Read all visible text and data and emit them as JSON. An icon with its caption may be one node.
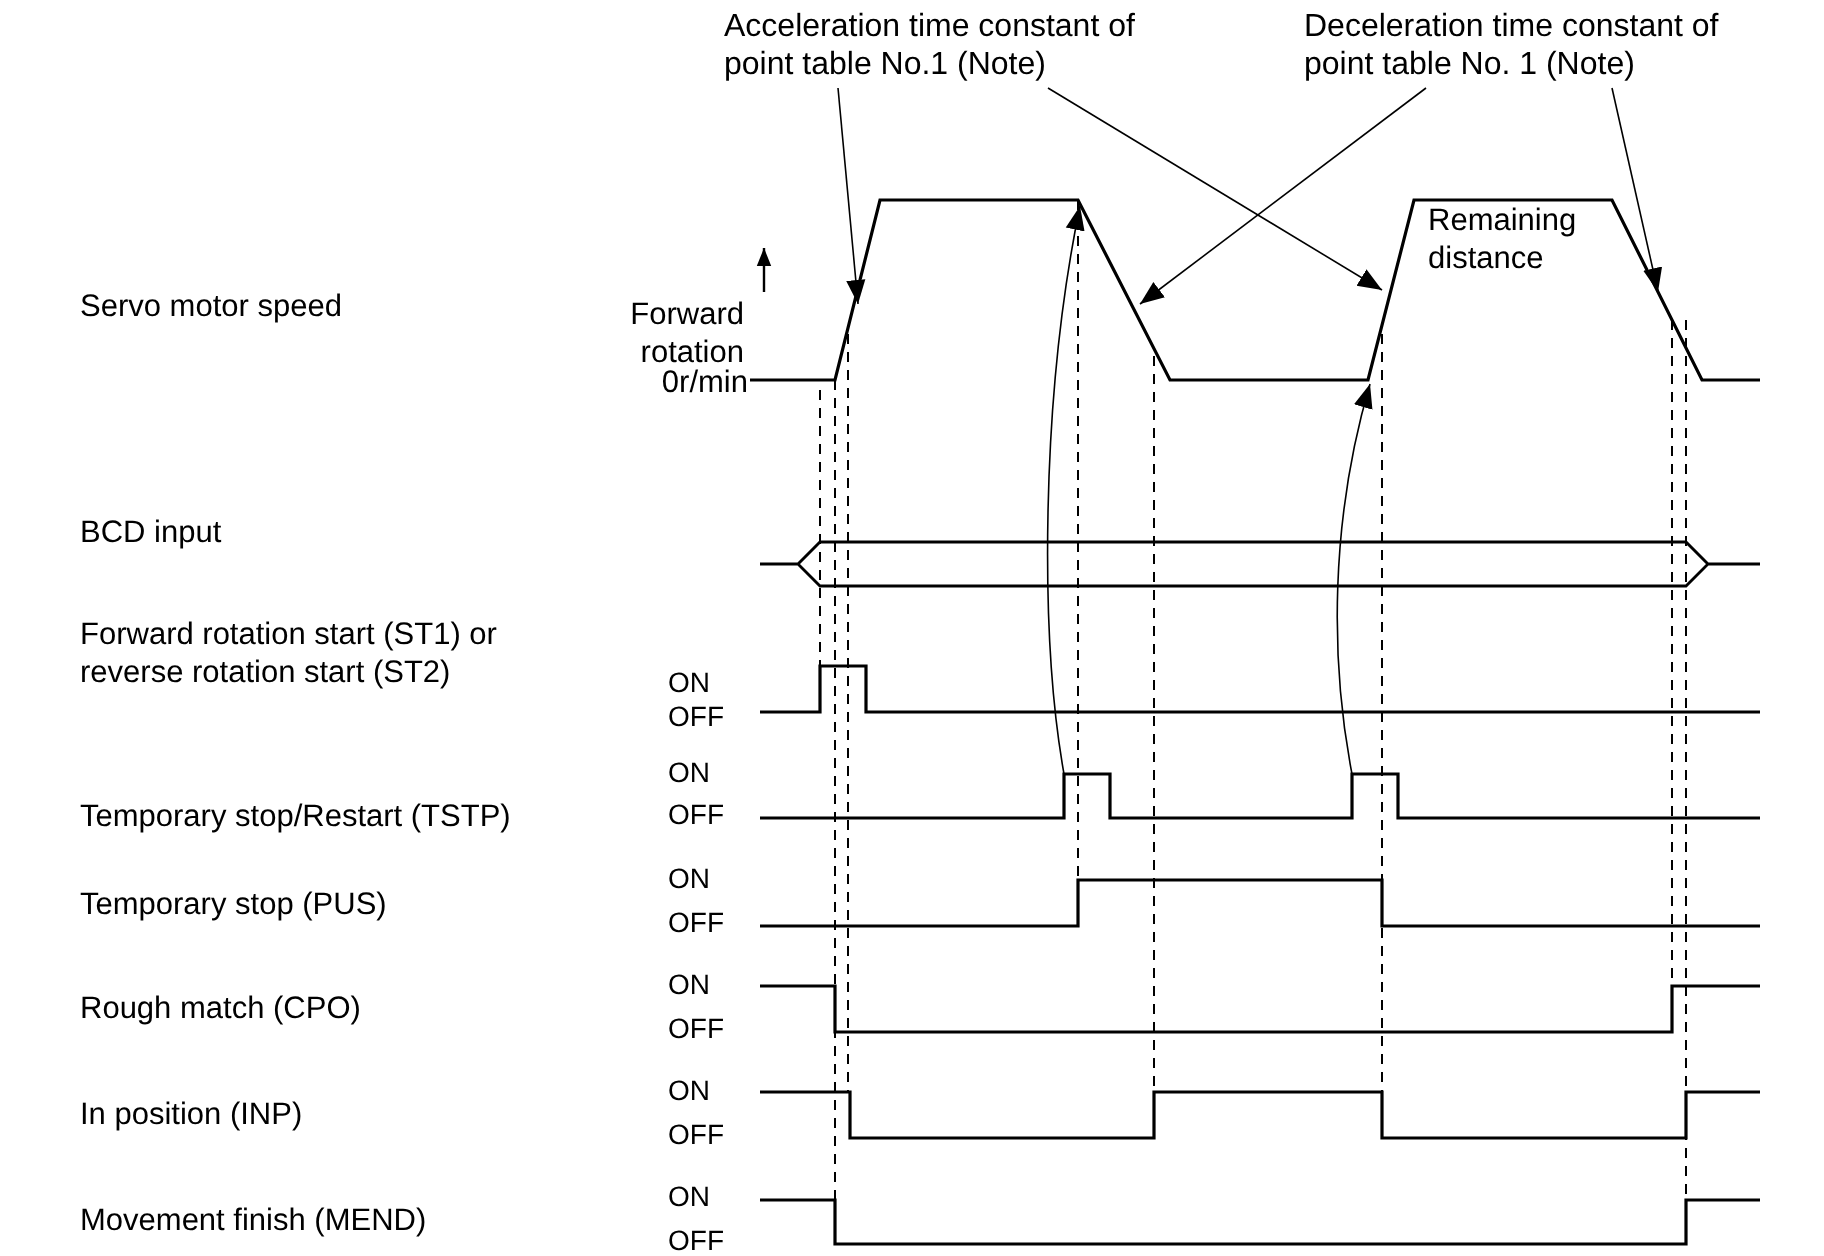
{
  "diagram": {
    "nodes": [
      {
        "text": [
          "Acceleration time constant of point table No.1 (Note)"
        ]
      },
      {
        "text": [
          "Deceleration time constant of point table No. 1 (Note)"
        ]
      }
    ],
    "edges": [
      {
        "from": 0,
        "to": null,
        "arrow": "to"
      },
      {
        "from": 0,
        "to": null,
        "arrow": "to"
      },
      {
        "from": 1,
        "to": null,
        "arrow": "to"
      },
      {
        "from": 1,
        "to": null,
        "arrow": "to"
      }
    ],
    "labels": [
      "Servo motor speed",
      "Forward rotation",
      "Remaining distance",
      "0r/min",
      "BCD input",
      "Forward rotation start (ST1) or reverse rotation start (ST2)",
      "ON",
      "OFF",
      "Temporary stop/Restart (TSTP)",
      "ON",
      "OFF",
      "Temporary stop (PUS)",
      "ON",
      "OFF",
      "Rough match (CPO)",
      "ON",
      "OFF",
      "In position (INP)",
      "ON",
      "OFF",
      "Movement finish (MEND)",
      "ON",
      "OFF"
    ]
  }
}
